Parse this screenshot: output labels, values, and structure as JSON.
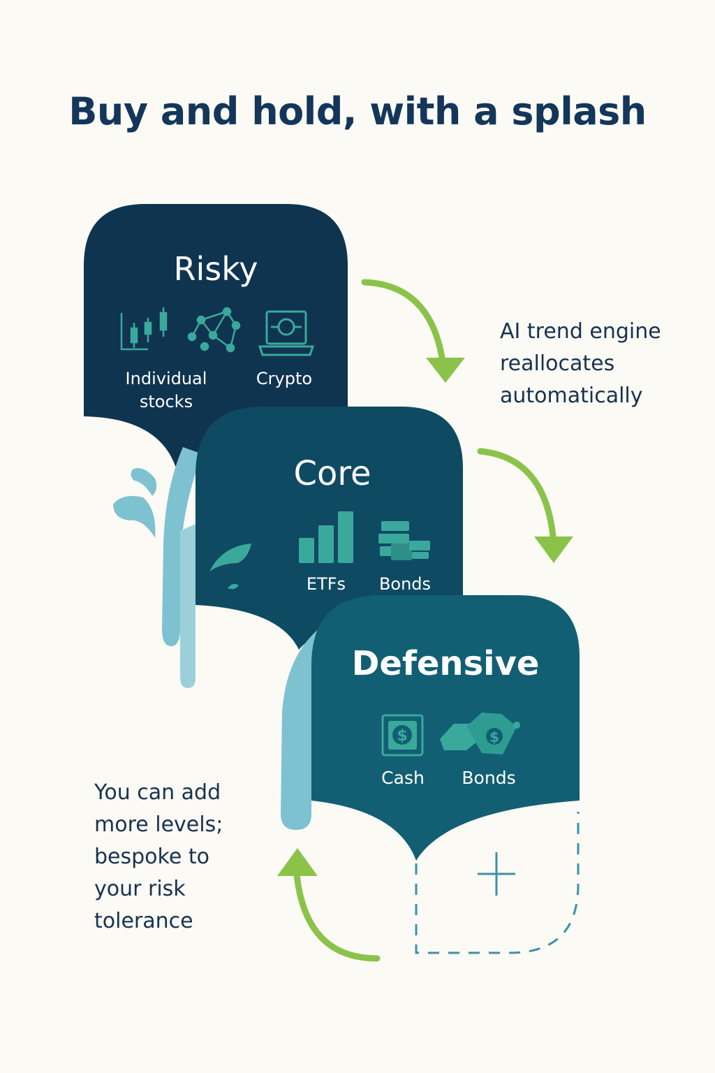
{
  "title": "Buy and hold, with a splash",
  "colors": {
    "background": "#fbfaf5",
    "risky": "#0f3450",
    "core": "#0f4a63",
    "defensive": "#125f73",
    "water": "#7ec2d1",
    "arrow": "#8bc34a",
    "text": "#17324f",
    "icon": "#3aa99c"
  },
  "levels": [
    {
      "name": "Risky",
      "items": [
        {
          "label": "Individual\nstocks",
          "icons": [
            "candlestick-chart-icon",
            "network-graph-icon"
          ]
        },
        {
          "label": "Crypto",
          "icons": [
            "laptop-coin-icon"
          ]
        }
      ]
    },
    {
      "name": "Core",
      "items": [
        {
          "label": "ETFs",
          "icons": [
            "bar-chart-icon"
          ]
        },
        {
          "label": "Bonds",
          "icons": [
            "bonds-stack-icon"
          ]
        }
      ]
    },
    {
      "name": "Defensive",
      "items": [
        {
          "label": "Cash",
          "icons": [
            "cash-safe-icon"
          ]
        },
        {
          "label": "Bonds",
          "icons": [
            "gold-bars-cash-icon"
          ]
        }
      ]
    }
  ],
  "annotations": {
    "engine": "AI trend engine\nreallocates\nautomatically",
    "more_levels": "You can add\nmore levels;\nbespoke to\nyour risk\ntolerance"
  },
  "add_level_icon": "plus-icon"
}
